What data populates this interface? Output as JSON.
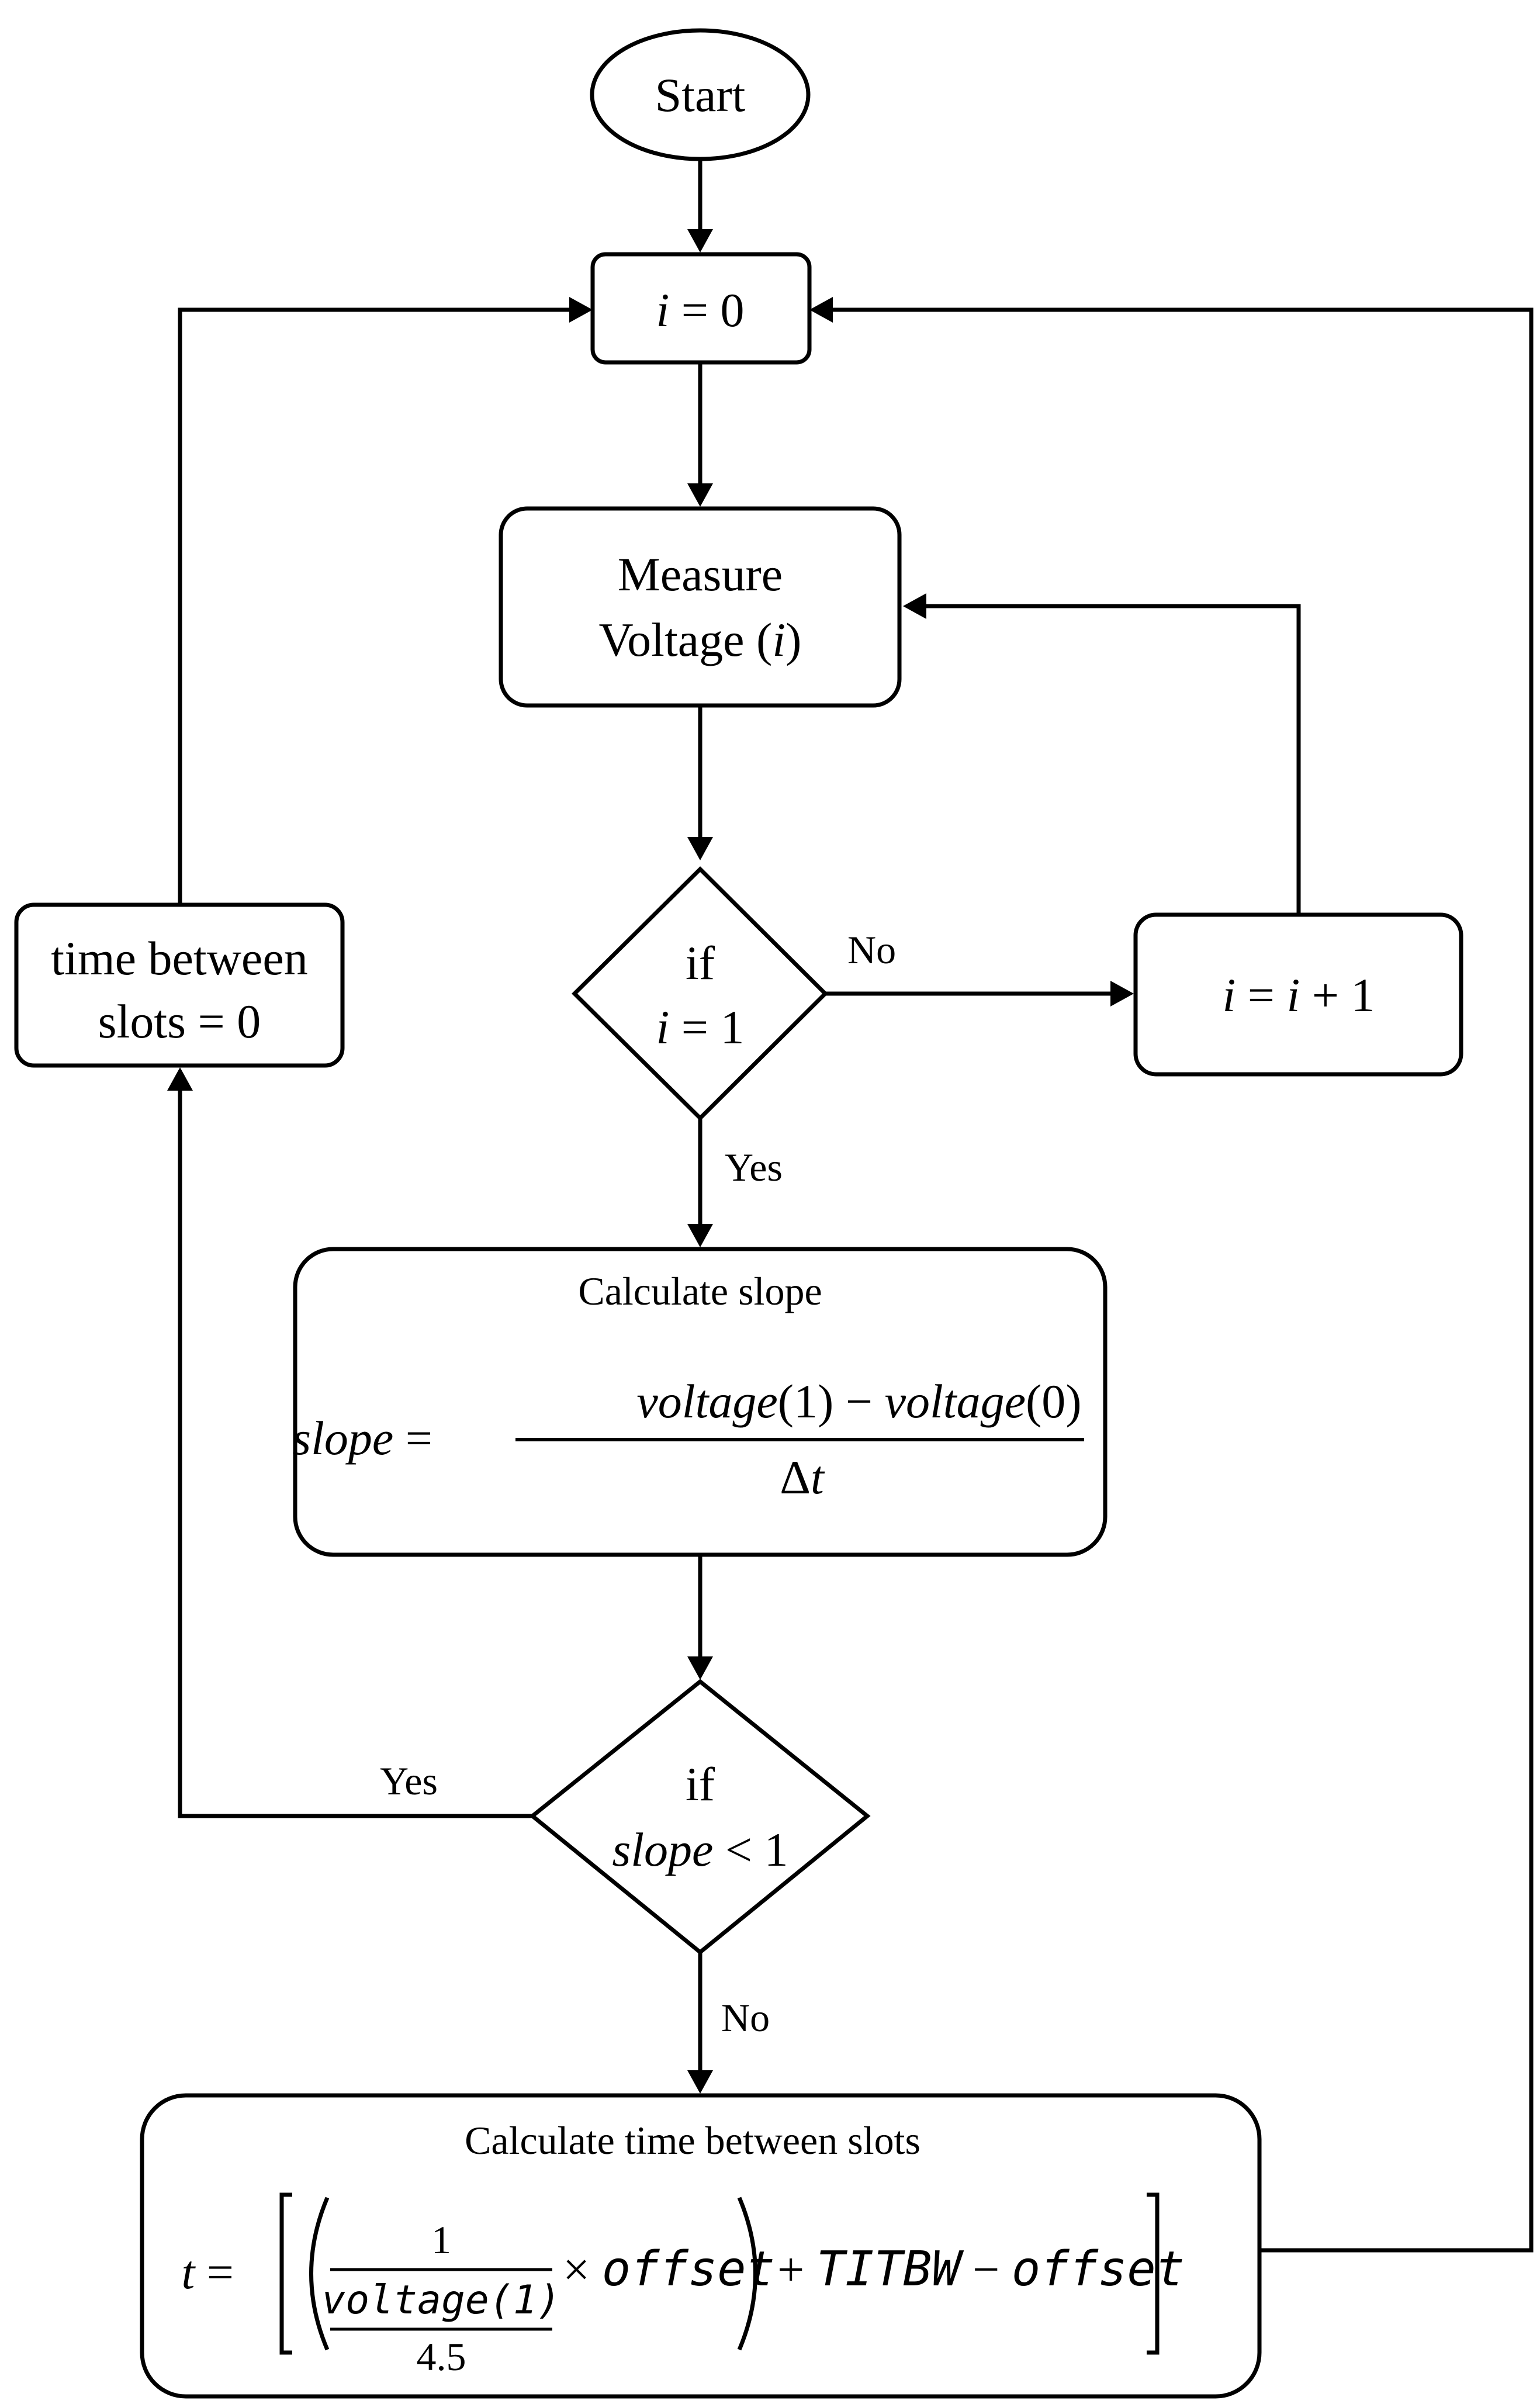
{
  "nodes": {
    "start": "Start",
    "init": {
      "var": "i",
      "op": "= 0"
    },
    "measure": {
      "line1": "Measure",
      "line2_text": "Voltage (",
      "line2_var": "i",
      "line2_close": ")"
    },
    "cond1": {
      "line1": "if",
      "var": "i",
      "rest": "= 1"
    },
    "increment": {
      "v1": "i",
      "eq": "=",
      "v2": "i",
      "rest": "+ 1"
    },
    "reset": {
      "line1": "time between",
      "line2": "slots = 0"
    },
    "slope": {
      "title": "Calculate slope",
      "lhs": "slope",
      "eq": "=",
      "num_a": "voltage",
      "num_a_arg": "(1) −",
      "num_b": "voltage",
      "num_b_arg": "(0)",
      "den_delta": "Δ",
      "den_var": "t"
    },
    "cond2": {
      "line1": "if",
      "var": "slope",
      "rest": "< 1"
    },
    "timecalc": {
      "title": "Calculate time between slots",
      "lhs": "t",
      "eq": "=",
      "one": "1",
      "inner_num": "voltage(1)",
      "inner_den": "4.5",
      "times": "×",
      "offset1": "offset",
      "plus": "+",
      "titbw": "TITBW",
      "minus": "−",
      "offset2": "offset"
    }
  },
  "edges": {
    "cond1_no": "No",
    "cond1_yes": "Yes",
    "cond2_yes": "Yes",
    "cond2_no": "No"
  },
  "colors": {
    "stroke": "#000000",
    "fill": "#ffffff",
    "text": "#000000"
  }
}
